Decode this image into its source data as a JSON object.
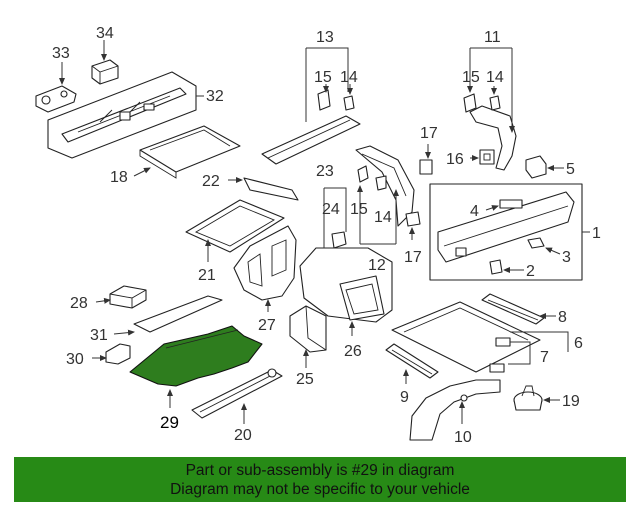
{
  "diagram": {
    "highlighted_part": "29",
    "highlight_color": "#2e7d1e",
    "callouts": {
      "c1": "1",
      "c2": "2",
      "c3": "3",
      "c4": "4",
      "c5": "5",
      "c6": "6",
      "c7": "7",
      "c8": "8",
      "c9": "9",
      "c10": "10",
      "c11": "11",
      "c12": "12",
      "c13": "13",
      "c14a": "14",
      "c14b": "14",
      "c14c": "14",
      "c15a": "15",
      "c15b": "15",
      "c15c": "15",
      "c16": "16",
      "c17a": "17",
      "c17b": "17",
      "c18": "18",
      "c19": "19",
      "c20": "20",
      "c21": "21",
      "c22": "22",
      "c23": "23",
      "c24": "24",
      "c25": "25",
      "c26": "26",
      "c27": "27",
      "c28": "28",
      "c29": "29",
      "c30": "30",
      "c31": "31",
      "c32": "32",
      "c33": "33",
      "c34": "34"
    }
  },
  "banner": {
    "line1": "Part or sub-assembly is #29 in diagram",
    "line2": "Diagram may not be specific to your vehicle",
    "background": "#278a16"
  }
}
